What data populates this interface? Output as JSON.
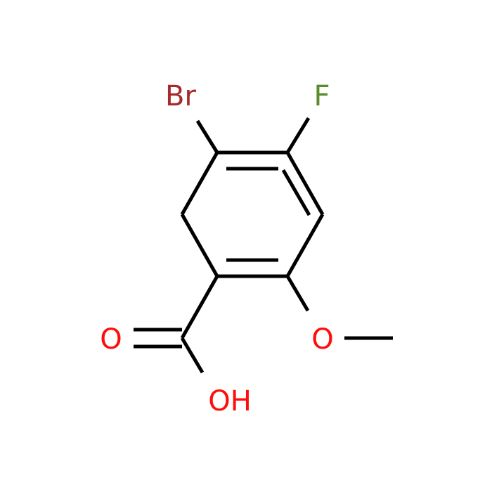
{
  "atoms": {
    "br": {
      "label": "Br",
      "color": "#a52a2a"
    },
    "f": {
      "label": "F",
      "color": "#5b8c2a"
    },
    "o_carbonyl": {
      "label": "O",
      "color": "#ff0d0d"
    },
    "oh": {
      "label": "OH",
      "color": "#ff0d0d"
    },
    "o_methoxy": {
      "label": "O",
      "color": "#ff0d0d"
    }
  },
  "bond_color": "#000000"
}
